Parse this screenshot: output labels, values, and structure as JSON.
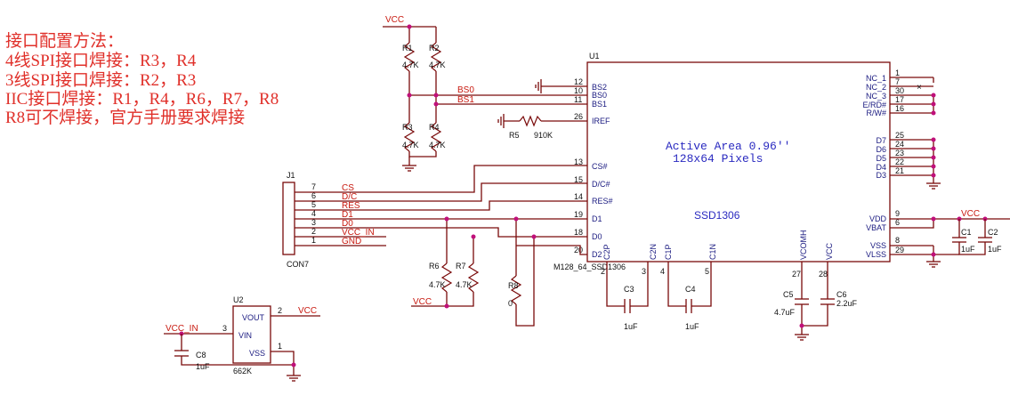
{
  "notes": {
    "title": "接口配置方法：",
    "line_spi4": "4线SPI接口焊接：R3，R4",
    "line_spi3": "3线SPI接口焊接：R2，R3",
    "line_iic": "IIC接口焊接：R1，R4，R6，R7，R8",
    "line_r8": "R8可不焊接，官方手册要求焊接"
  },
  "nets": {
    "vcc": "VCC",
    "vcc_in": "VCC_IN",
    "gnd": "GND",
    "bs0": "BS0",
    "bs1": "BS1",
    "cs": "CS",
    "dc": "D/C",
    "res": "RES",
    "d1": "D1",
    "d0": "D0"
  },
  "u1": {
    "ref": "U1",
    "part": "M128_64_SSD1306",
    "chip": "SSD1306",
    "area_line1": "Active Area 0.96''",
    "area_line2": "128x64 Pixels",
    "pins": {
      "bs2": "BS2",
      "bs0": "BS0",
      "bs1": "BS1",
      "iref": "IREF",
      "cs": "CS#",
      "dc": "D/C#",
      "res": "RES#",
      "d1": "D1",
      "d0": "D0",
      "d2": "D2",
      "nc1": "NC_1",
      "nc2": "NC_2",
      "nc3": "NC_3",
      "erd": "E/RD#",
      "rw": "R/W#",
      "d7": "D7",
      "d6": "D6",
      "d5": "D5",
      "d4": "D4",
      "d3": "D3",
      "vdd": "VDD",
      "vbat": "VBAT",
      "vss": "VSS",
      "vlss": "VLSS",
      "c2p": "C2P",
      "c2n": "C2N",
      "c1p": "C1P",
      "c1n": "C1N",
      "vcomh": "VCOMH",
      "vcc": "VCC"
    },
    "pin_numbers": {
      "bs2": "12",
      "bs0": "10",
      "bs1": "11",
      "iref": "26",
      "cs": "13",
      "dc": "15",
      "res": "14",
      "d1": "19",
      "d0": "18",
      "d2": "20",
      "nc1": "1",
      "nc2": "7",
      "nc2b": "30",
      "nc3": "17",
      "rw": "16",
      "d7": "25",
      "d6": "24",
      "d5": "23",
      "d4": "22",
      "d3": "21",
      "vdd": "9",
      "vbat": "6",
      "vss": "8",
      "vlss": "29",
      "c2p": "2",
      "c2n": "3",
      "c1p": "4",
      "c1n": "5",
      "vcomh": "27",
      "vcc": "28"
    }
  },
  "j1": {
    "ref": "J1",
    "part": "CON7",
    "pins": [
      "7",
      "6",
      "5",
      "4",
      "3",
      "2",
      "1"
    ]
  },
  "u2": {
    "ref": "U2",
    "part": "662K",
    "vout": "VOUT",
    "vin": "VIN",
    "vss": "VSS",
    "pin_vout": "2",
    "pin_vin": "3",
    "pin_vss": "1"
  },
  "resistors": {
    "r1": {
      "ref": "R1",
      "value": "4.7K"
    },
    "r2": {
      "ref": "R2",
      "value": "4.7K"
    },
    "r3": {
      "ref": "R3",
      "value": "4.7K"
    },
    "r4": {
      "ref": "R4",
      "value": "4.7K"
    },
    "r5": {
      "ref": "R5",
      "value": "910K"
    },
    "r6": {
      "ref": "R6",
      "value": "4.7K"
    },
    "r7": {
      "ref": "R7",
      "value": "4.7K"
    },
    "r8": {
      "ref": "R8",
      "value": "0"
    }
  },
  "capacitors": {
    "c1": {
      "ref": "C1",
      "value": "1uF"
    },
    "c2": {
      "ref": "C2",
      "value": "1uF"
    },
    "c3": {
      "ref": "C3",
      "value": "1uF"
    },
    "c4": {
      "ref": "C4",
      "value": "1uF"
    },
    "c5": {
      "ref": "C5",
      "value": "4.7uF"
    },
    "c6": {
      "ref": "C6",
      "value": "2.2uF"
    },
    "c8": {
      "ref": "C8",
      "value": "1uF"
    }
  },
  "colors": {
    "wire": "#7a0a0a",
    "net_label": "#c81a10",
    "pin_label": "#1a1a80",
    "junction": "#c0107a",
    "note_text": "#e0302a",
    "chip_text": "#2a2ac0"
  }
}
